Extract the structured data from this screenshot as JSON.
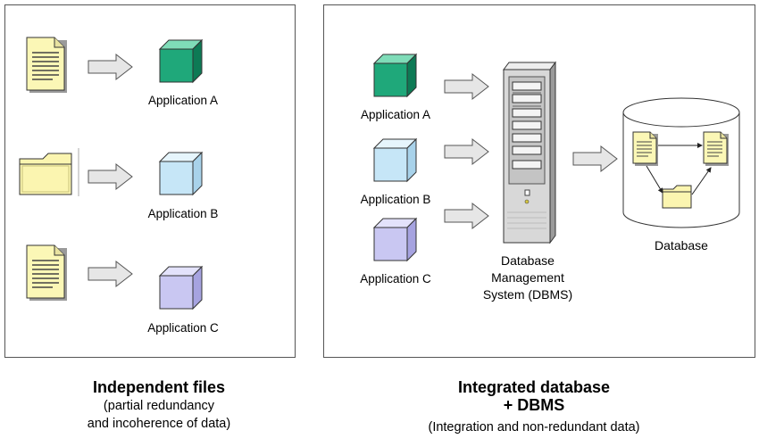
{
  "left_panel": {
    "items": [
      {
        "source_icon": "document-icon",
        "app_label": "Application A",
        "cube_color": "#1fa87a"
      },
      {
        "source_icon": "folder-icon",
        "app_label": "Application B",
        "cube_color": "#c6e6f7"
      },
      {
        "source_icon": "document-icon",
        "app_label": "Application C",
        "cube_color": "#c9c7f2"
      }
    ],
    "caption_title": "Independent files",
    "caption_sub_line1": "(partial redundancy",
    "caption_sub_line2": "and incoherence of data)"
  },
  "right_panel": {
    "apps": [
      {
        "label": "Application A",
        "cube_color": "#1fa87a"
      },
      {
        "label": "Application B",
        "cube_color": "#c6e6f7"
      },
      {
        "label": "Application C",
        "cube_color": "#c9c7f2"
      }
    ],
    "dbms_line1": "Database",
    "dbms_line2": "Management",
    "dbms_line3": "System (DBMS)",
    "database_label": "Database",
    "caption_title_line1": "Integrated database",
    "caption_title_line2": "+ DBMS",
    "caption_sub": "(Integration and non-redundant data)"
  },
  "colors": {
    "document_fill": "#fbf7b6",
    "folder_fill": "#fbf5b0",
    "arrow_fill": "#e6e6e6",
    "arrow_stroke": "#555555",
    "server_fill": "#d8d8d8"
  }
}
